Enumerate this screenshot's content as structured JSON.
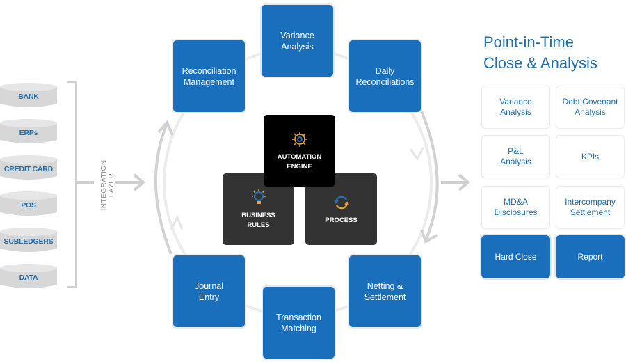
{
  "data_sources": {
    "items": [
      "BANK",
      "ERPs",
      "CREDIT CARD",
      "POS",
      "SUBLEDGERS",
      "DATA"
    ],
    "integration_label": "INTEGRATION LAYER"
  },
  "cycle": {
    "steps": [
      "Variance\nAnalysis",
      "Daily\nReconciliations",
      "Netting &\nSettlement",
      "Transaction\nMatching",
      "Journal\nEntry",
      "Reconciliation\nManagement"
    ]
  },
  "core": {
    "engine": "AUTOMATION\nENGINE",
    "rules": "BUSINESS\nRULES",
    "process": "PROCESS"
  },
  "outputs": {
    "title": "Point-in-Time\nClose & Analysis",
    "items": [
      "Variance\nAnalysis",
      "Debt Covenant\nAnalysis",
      "P&L\nAnalysis",
      "KPIs",
      "MD&A\nDisclosures",
      "Intercompany\nSettlement"
    ],
    "actions": [
      "Hard Close",
      "Report"
    ]
  },
  "colors": {
    "brand_blue": "#1a6fbd",
    "title_blue": "#1f6fae",
    "engine_black": "#000000",
    "core_dark": "#333333",
    "icon_orange": "#e8a33a",
    "arrow_gray": "#cfcfcf"
  }
}
